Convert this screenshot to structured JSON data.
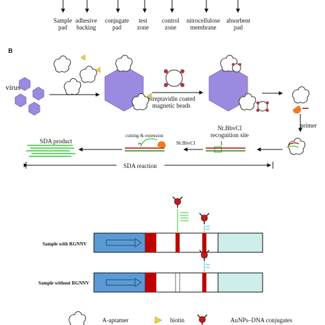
{
  "panel_a": {
    "parts": [
      {
        "line1": "Sample",
        "line2": "pad"
      },
      {
        "line1": "adhesive",
        "line2": "backing"
      },
      {
        "line1": "conjugate",
        "line2": "pad"
      },
      {
        "line1": "test",
        "line2": "zone"
      },
      {
        "line1": "control",
        "line2": "zone"
      },
      {
        "line1": "nitrocellulose",
        "line2": "membrane"
      },
      {
        "line1": "absorbent",
        "line2": "pad"
      }
    ]
  },
  "panel_b": {
    "letter": "B",
    "virus": "virus",
    "beads": {
      "line1": "Streptavidin coated",
      "line2": "magnetic beads"
    },
    "primer": "primer",
    "recognition": {
      "line1": "Nt.BbvCI",
      "line2": "recognition site"
    },
    "enzyme": "Nt.BbvCI",
    "cutting": "cutting & extension",
    "product": "SDA product",
    "reaction": "SDA  reaction"
  },
  "strips": {
    "with": "Sample with RGNNV",
    "without": "Sample without RGNNV"
  },
  "legend": {
    "aptamer": "A-aptamer",
    "biotin": "biotin",
    "aunp": "AuNPs–DNA conjugates"
  },
  "colors": {
    "hexagon": "#9b8ae0",
    "sample_pad": "#5b9bd5",
    "conjugate": "#c00000",
    "absorbent": "#cdeeea",
    "sda": "#33cc33",
    "orange": "#f07a1e"
  }
}
